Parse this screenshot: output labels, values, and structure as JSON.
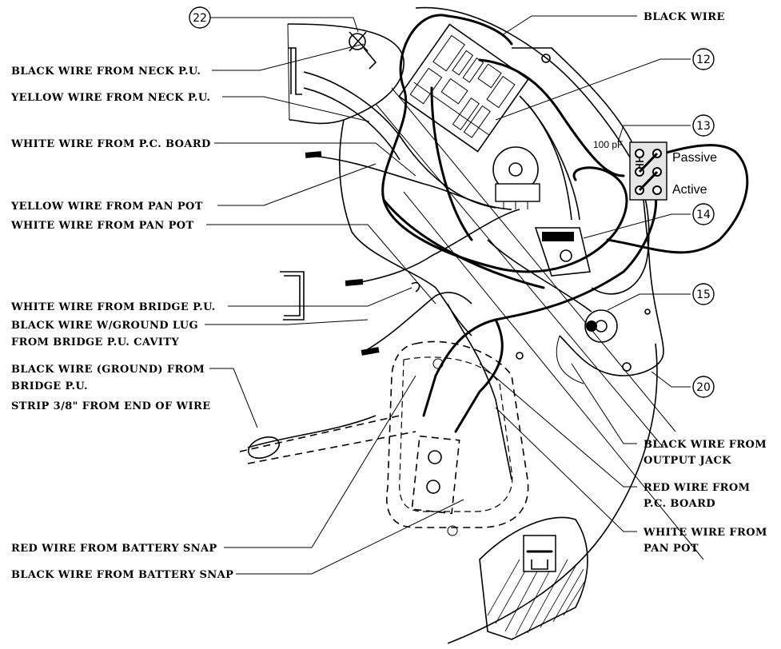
{
  "callouts": {
    "c22": "22",
    "c12": "12",
    "c13": "13",
    "c14": "14",
    "c15": "15",
    "c20": "20"
  },
  "left_labels": {
    "black_neck": "BLACK WIRE FROM NECK P.U.",
    "yellow_neck": "YELLOW WIRE FROM NECK P.U.",
    "white_pcb": "WHITE WIRE FROM P.C. BOARD",
    "yellow_pan": "YELLOW WIRE FROM PAN POT",
    "white_pan": "WHITE WIRE FROM PAN POT",
    "white_bridge": "WHITE WIRE FROM BRIDGE P.U.",
    "black_ground_lug_1": "BLACK WIRE W/GROUND LUG",
    "black_ground_lug_2": "FROM BRIDGE P.U. CAVITY",
    "black_ground_1": "BLACK WIRE (GROUND) FROM",
    "black_ground_2": "BRIDGE P.U.",
    "strip_note": "STRIP 3/8\" FROM END OF WIRE",
    "red_battery": "RED WIRE FROM BATTERY SNAP",
    "black_battery": "BLACK WIRE FROM BATTERY SNAP"
  },
  "right_labels": {
    "black_wire": "BLACK WIRE",
    "black_output_1": "BLACK WIRE FROM",
    "black_output_2": "OUTPUT JACK",
    "red_pcb_1": "RED WIRE FROM",
    "red_pcb_2": "P.C. BOARD",
    "white_pan_1": "WHITE WIRE FROM",
    "white_pan_2": "PAN POT"
  },
  "switch": {
    "capacitor": "100 pF",
    "passive": "Passive",
    "active": "Active"
  }
}
